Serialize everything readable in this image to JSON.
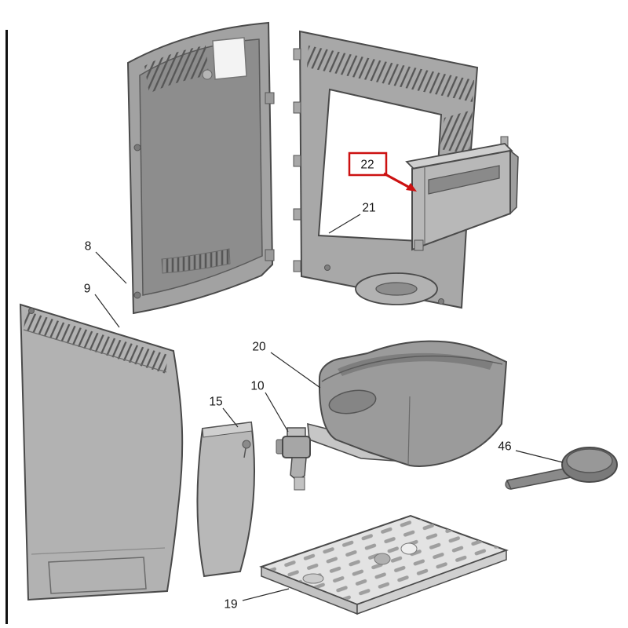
{
  "diagram": {
    "highlight_color": "#cc1111",
    "part_fill": "#a8a8a8",
    "outline_color": "#4a4a4a",
    "labels": {
      "part8": "8",
      "part9": "9",
      "part10": "10",
      "part15": "15",
      "part19": "19",
      "part20": "20",
      "part21": "21",
      "part22": "22",
      "part46": "46"
    }
  }
}
